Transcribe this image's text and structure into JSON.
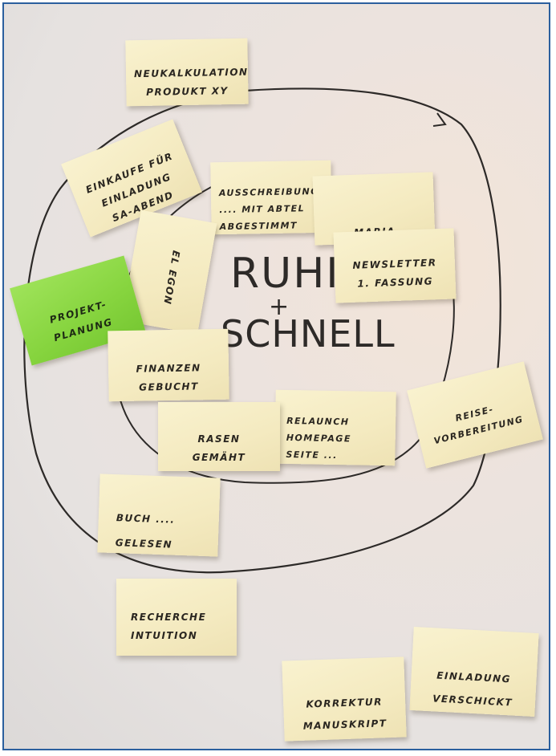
{
  "board": {
    "center_line1": "RUHIG",
    "center_plus": "+",
    "center_line2": "SCHNELL"
  },
  "notes": [
    {
      "text": "NEUKALKULATION\nPRODUKT XY"
    },
    {
      "text": "EINKAUFE FÜR\nEINLADUNG\nSA-ABEND"
    },
    {
      "text": "AUSSCHREIBUNG\n.... MIT ABTEL\nABGESTIMMT"
    },
    {
      "text": "MARIA"
    },
    {
      "text": "NEWSLETTER\n1. FASSUNG"
    },
    {
      "text": "EL EGON"
    },
    {
      "text": "PROJEKT-\nPLANUNG"
    },
    {
      "text": "FINANZEN\nGEBUCHT"
    },
    {
      "text": "RELAUNCH\nHOMEPAGE\nSEITE ..."
    },
    {
      "text": "RASEN\nGEMÄHT"
    },
    {
      "text": "REISE-\nVORBEREITUNG"
    },
    {
      "text": "BUCH ....\nGELESEN"
    },
    {
      "text": "RECHERCHE\nINTUITION"
    },
    {
      "text": "EINLADUNG\nVERSCHICKT"
    },
    {
      "text": "KORREKTUR\nMANUSKRIPT"
    }
  ],
  "colors": {
    "sticky_yellow": "#f5ecc3",
    "sticky_green": "#86d43e",
    "frame_border": "#2b5f9e",
    "marker": "#2d2a28"
  }
}
